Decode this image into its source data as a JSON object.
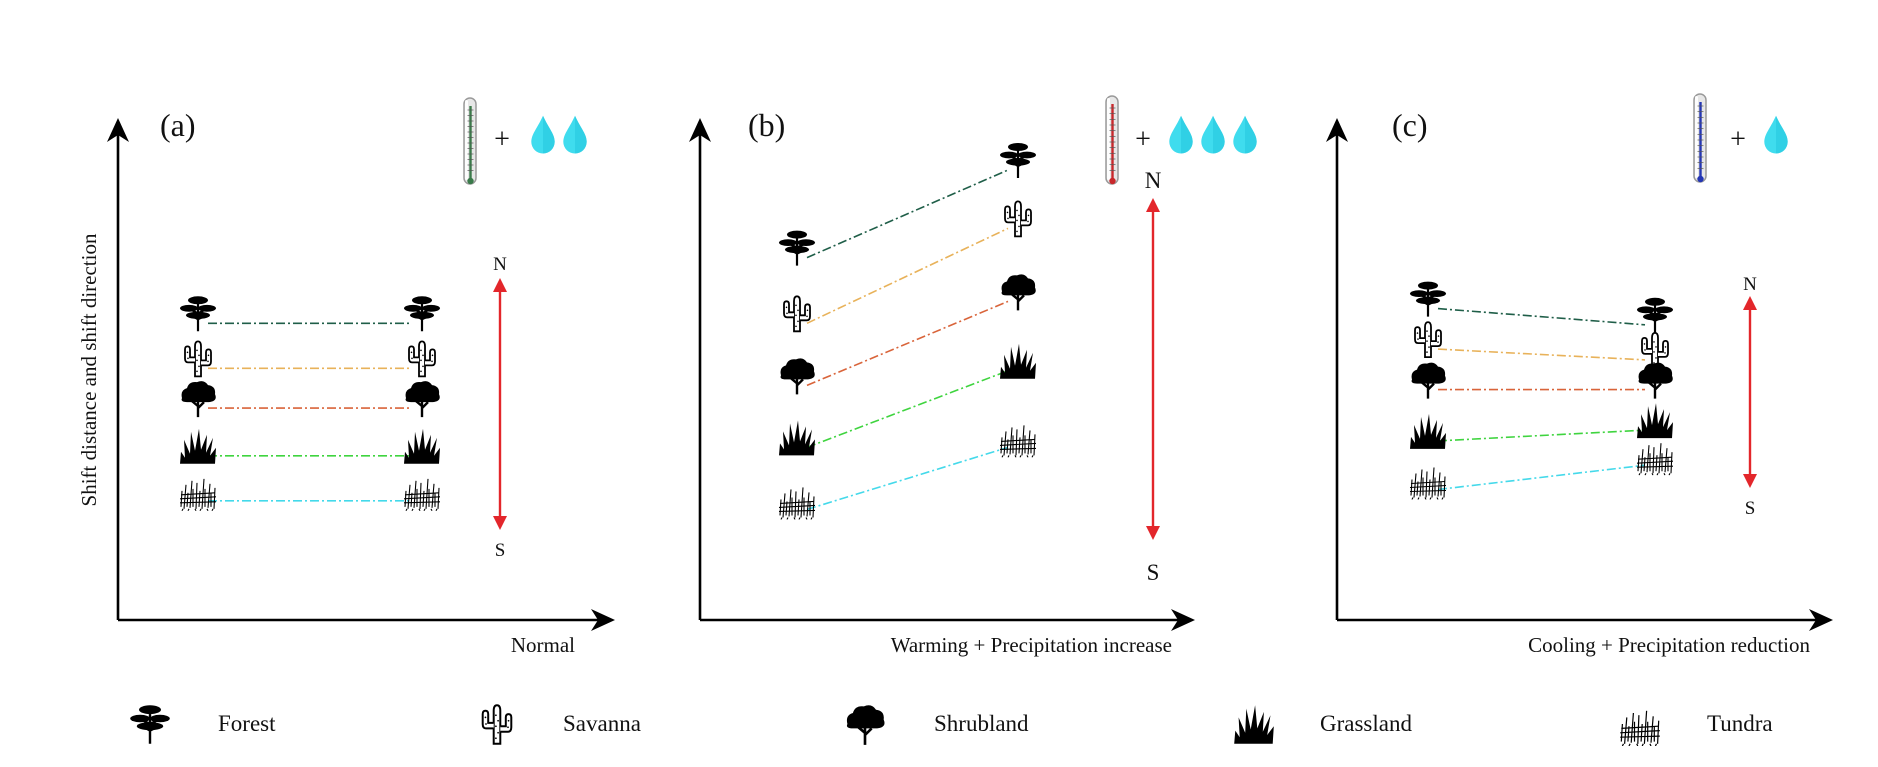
{
  "y_axis_label": "Shift distance and shift direction",
  "panels": [
    {
      "label": "(a)",
      "x_label": "Normal",
      "north": "N",
      "south": "S",
      "thermometer_color": "#3a7a4a",
      "plus": "+",
      "drops": 2,
      "lines": [
        {
          "biome": "Forest",
          "color": "#1f5e48",
          "start": 0.78,
          "end": 0.78
        },
        {
          "biome": "Savanna",
          "color": "#e8b25a",
          "start": 0.61,
          "end": 0.61
        },
        {
          "biome": "Shrubland",
          "color": "#d9643a",
          "start": 0.46,
          "end": 0.46
        },
        {
          "biome": "Grassland",
          "color": "#3fd43f",
          "start": 0.28,
          "end": 0.28
        },
        {
          "biome": "Tundra",
          "color": "#44d9ea",
          "start": 0.11,
          "end": 0.11
        }
      ]
    },
    {
      "label": "(b)",
      "x_label": "Warming + Precipitation increase",
      "north": "N",
      "south": "S",
      "thermometer_color": "#c8282c",
      "plus": "+",
      "drops": 3,
      "lines": [
        {
          "biome": "Forest",
          "color": "#1f5e48",
          "start": 0.76,
          "end": 1.0
        },
        {
          "biome": "Savanna",
          "color": "#e8b25a",
          "start": 0.58,
          "end": 0.84
        },
        {
          "biome": "Shrubland",
          "color": "#d9643a",
          "start": 0.41,
          "end": 0.64
        },
        {
          "biome": "Grassland",
          "color": "#3fd43f",
          "start": 0.24,
          "end": 0.45
        },
        {
          "biome": "Tundra",
          "color": "#44d9ea",
          "start": 0.07,
          "end": 0.24
        }
      ]
    },
    {
      "label": "(c)",
      "x_label": "Cooling + Precipitation reduction",
      "north": "N",
      "south": "S",
      "thermometer_color": "#2436b4",
      "plus": "+",
      "drops": 1,
      "lines": [
        {
          "biome": "Forest",
          "color": "#1f5e48",
          "start": 0.82,
          "end": 0.76
        },
        {
          "biome": "Savanna",
          "color": "#e8b25a",
          "start": 0.67,
          "end": 0.63
        },
        {
          "biome": "Shrubland",
          "color": "#d9643a",
          "start": 0.52,
          "end": 0.52
        },
        {
          "biome": "Grassland",
          "color": "#3fd43f",
          "start": 0.33,
          "end": 0.37
        },
        {
          "biome": "Tundra",
          "color": "#44d9ea",
          "start": 0.15,
          "end": 0.24
        }
      ]
    }
  ],
  "legend": [
    {
      "icon": "forest-icon",
      "label": "Forest"
    },
    {
      "icon": "savanna-icon",
      "label": "Savanna"
    },
    {
      "icon": "shrubland-icon",
      "label": "Shrubland"
    },
    {
      "icon": "grassland-icon",
      "label": "Grassland"
    },
    {
      "icon": "tundra-icon",
      "label": "Tundra"
    }
  ],
  "colors": {
    "arrow_red": "#e3262b",
    "drop_fill": "#3fdcee",
    "axis": "#000000"
  }
}
